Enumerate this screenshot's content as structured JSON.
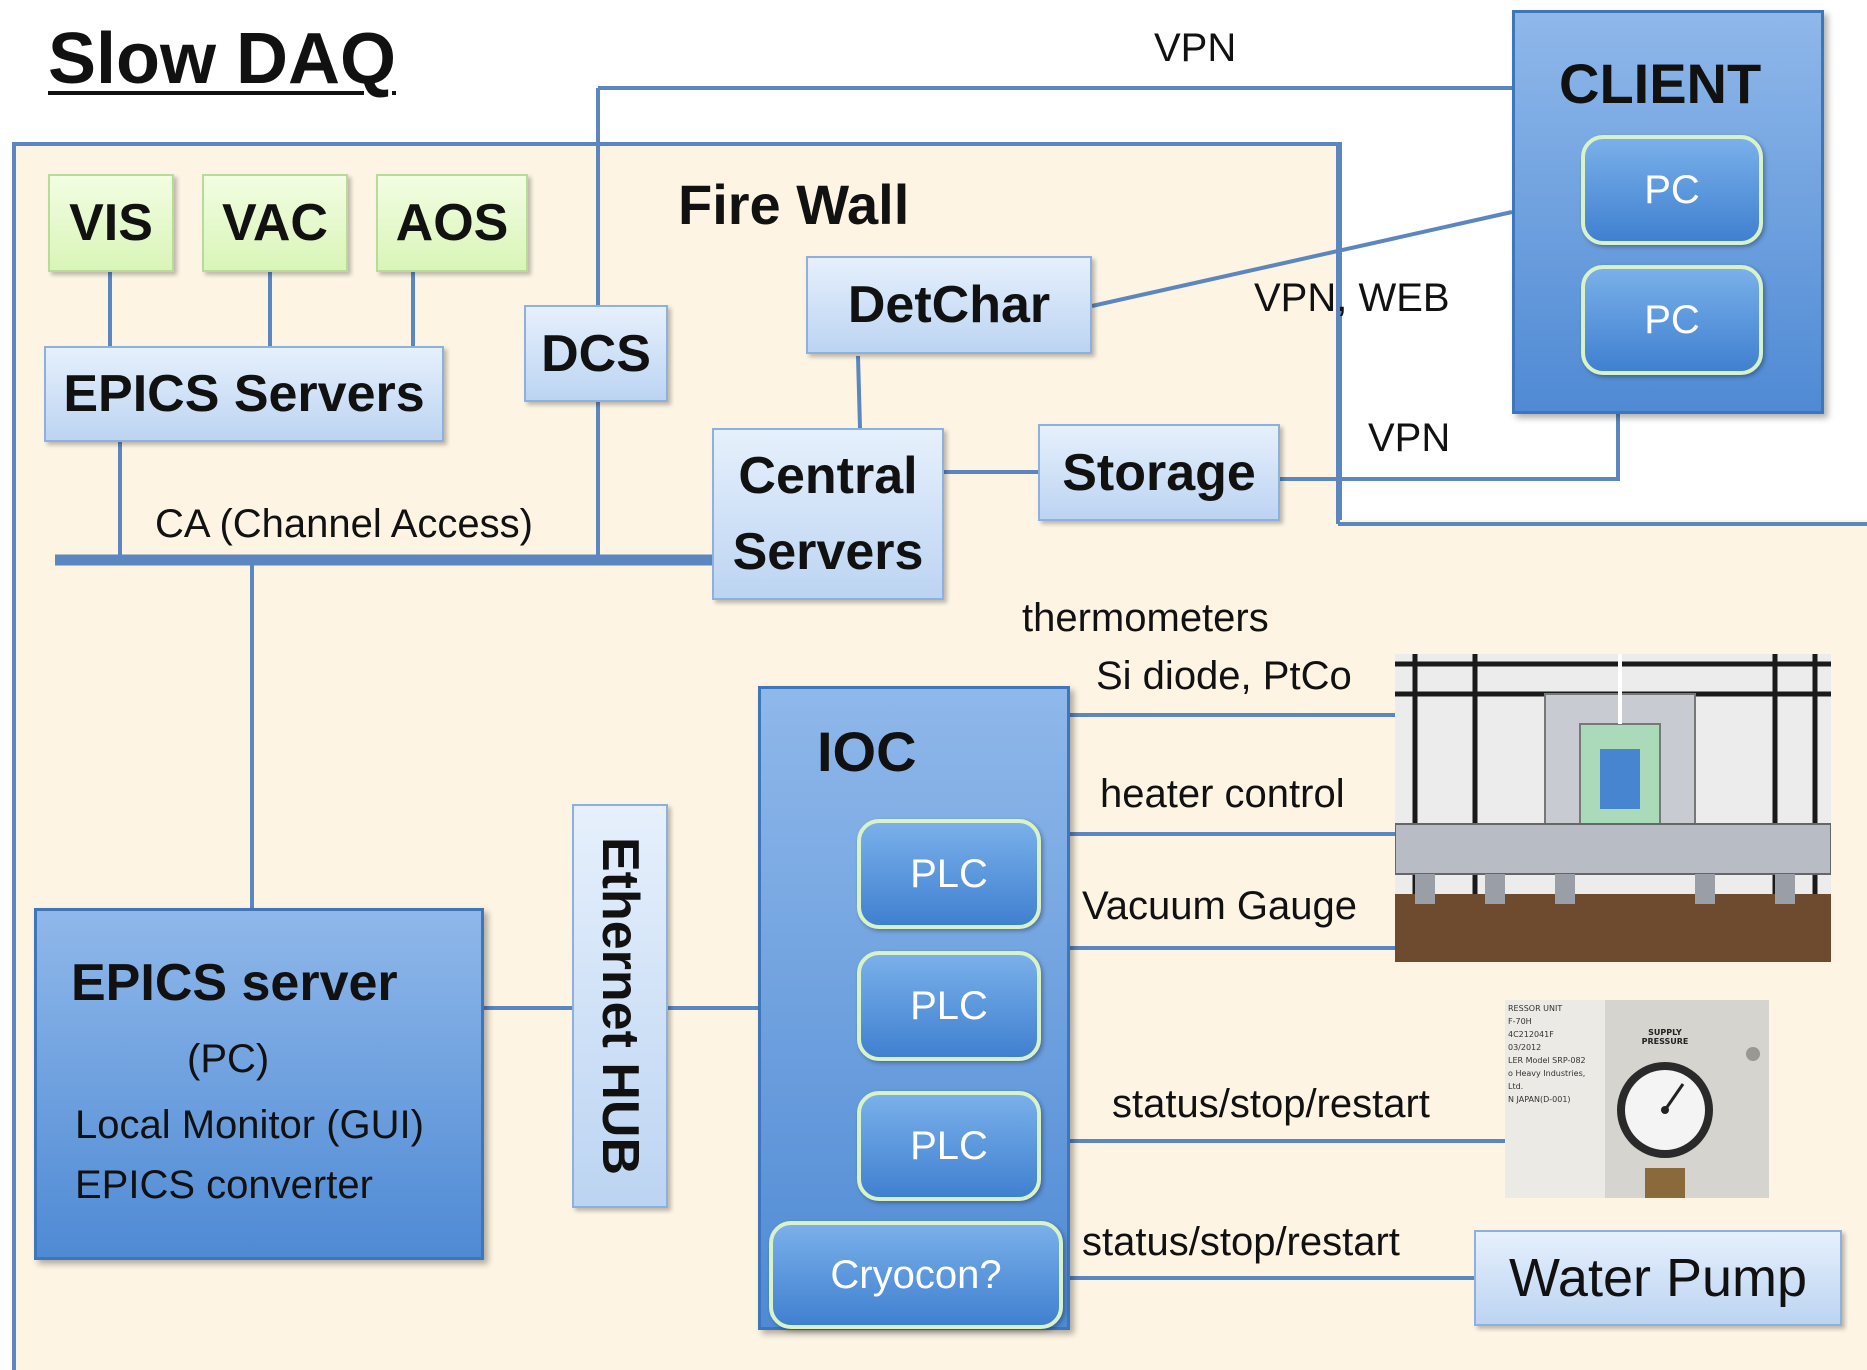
{
  "title": "Slow DAQ",
  "firewall_label": "Fire Wall",
  "subsystems": [
    "VIS",
    "VAC",
    "AOS"
  ],
  "nodes": {
    "epics_servers": "EPICS Servers",
    "dcs": "DCS",
    "detchar": "DetChar",
    "central_servers_line1": "Central",
    "central_servers_line2": "Servers",
    "storage": "Storage",
    "client": "CLIENT",
    "client_pc1": "PC",
    "client_pc2": "PC",
    "ethernet_hub": "Ethernet HUB",
    "ioc": "IOC",
    "plc1": "PLC",
    "plc2": "PLC",
    "plc3": "PLC",
    "cryocon": "Cryocon?",
    "water_pump": "Water Pump"
  },
  "epics_server_pc": {
    "title": "EPICS server",
    "line1": "(PC)",
    "line2": "Local Monitor (GUI)",
    "line3": "EPICS converter"
  },
  "edge_labels": {
    "vpn_top": "VPN",
    "vpn_web": "VPN, WEB",
    "vpn_storage": "VPN",
    "ca": "CA (Channel Access)",
    "thermometers_line1": "thermometers",
    "thermometers_line2": "Si diode, PtCo",
    "heater": "heater control",
    "vacuum": "Vacuum Gauge",
    "status1": "status/stop/restart",
    "status2": "status/stop/restart"
  },
  "compressor_photo": {
    "text_lines": [
      "RESSOR UNIT",
      "F-70H",
      "4C212041F",
      "03/2012",
      "LER Model SRP-082",
      "o Heavy Industries, Ltd.",
      "N JAPAN(D-001)"
    ],
    "gauge_label": "SUPPLY PRESSURE"
  },
  "colors": {
    "line": "#5b86c0",
    "firewall_fill": "#fdf4e4",
    "green_box": "#d9f5b8",
    "light_blue_box": "#bcd4f2",
    "dark_blue_box": "#4f8ad4"
  }
}
